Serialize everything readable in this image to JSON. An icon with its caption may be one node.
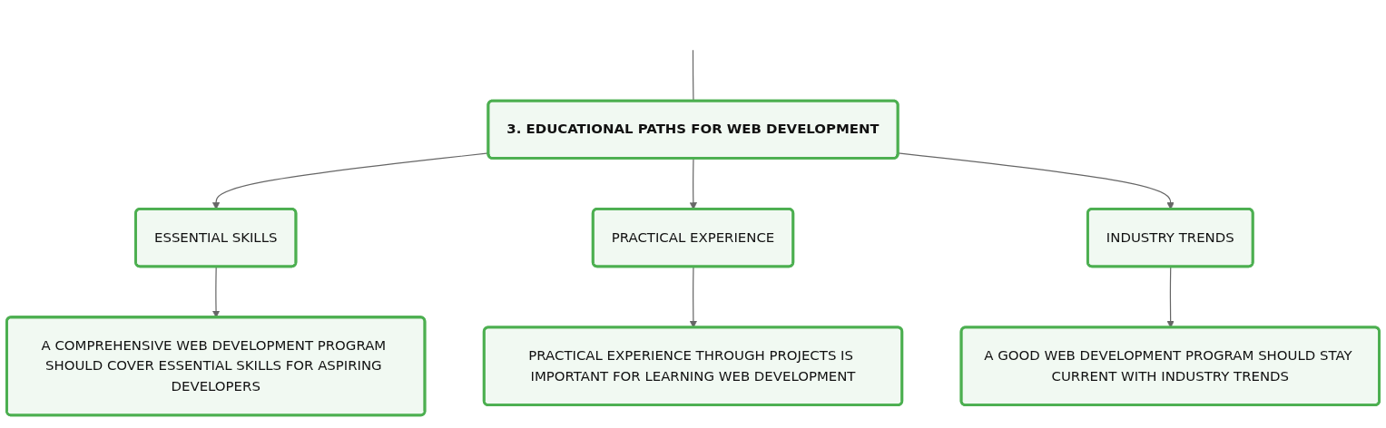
{
  "diagram": {
    "nodes": [
      {
        "text": [
          "3. EDUCATIONAL PATHS FOR WEB DEVELOPMENT"
        ]
      },
      {
        "text": [
          "ESSENTIAL SKILLS"
        ]
      },
      {
        "text": [
          "PRACTICAL EXPERIENCE"
        ]
      },
      {
        "text": [
          "INDUSTRY TRENDS"
        ]
      },
      {
        "text": [
          "A COMPREHENSIVE WEB DEVELOPMENT PROGRAM SHOULD COVER ESSENTIAL SKILLS FOR ASPIRING DEVELOPERS"
        ]
      },
      {
        "text": [
          "PRACTICAL EXPERIENCE THROUGH PROJECTS IS IMPORTANT FOR LEARNING WEB DEVELOPMENT"
        ]
      },
      {
        "text": [
          "A GOOD WEB DEVELOPMENT PROGRAM SHOULD STAY CURRENT WITH INDUSTRY TRENDS"
        ]
      }
    ],
    "edges": [
      {
        "from": null,
        "to": 0,
        "arrow": "none"
      },
      {
        "from": 0,
        "to": 1,
        "arrow": "to"
      },
      {
        "from": 0,
        "to": 2,
        "arrow": "to"
      },
      {
        "from": 0,
        "to": 3,
        "arrow": "to"
      },
      {
        "from": 1,
        "to": 4,
        "arrow": "to"
      },
      {
        "from": 2,
        "to": 5,
        "arrow": "to"
      },
      {
        "from": 3,
        "to": 6,
        "arrow": "to"
      }
    ]
  }
}
